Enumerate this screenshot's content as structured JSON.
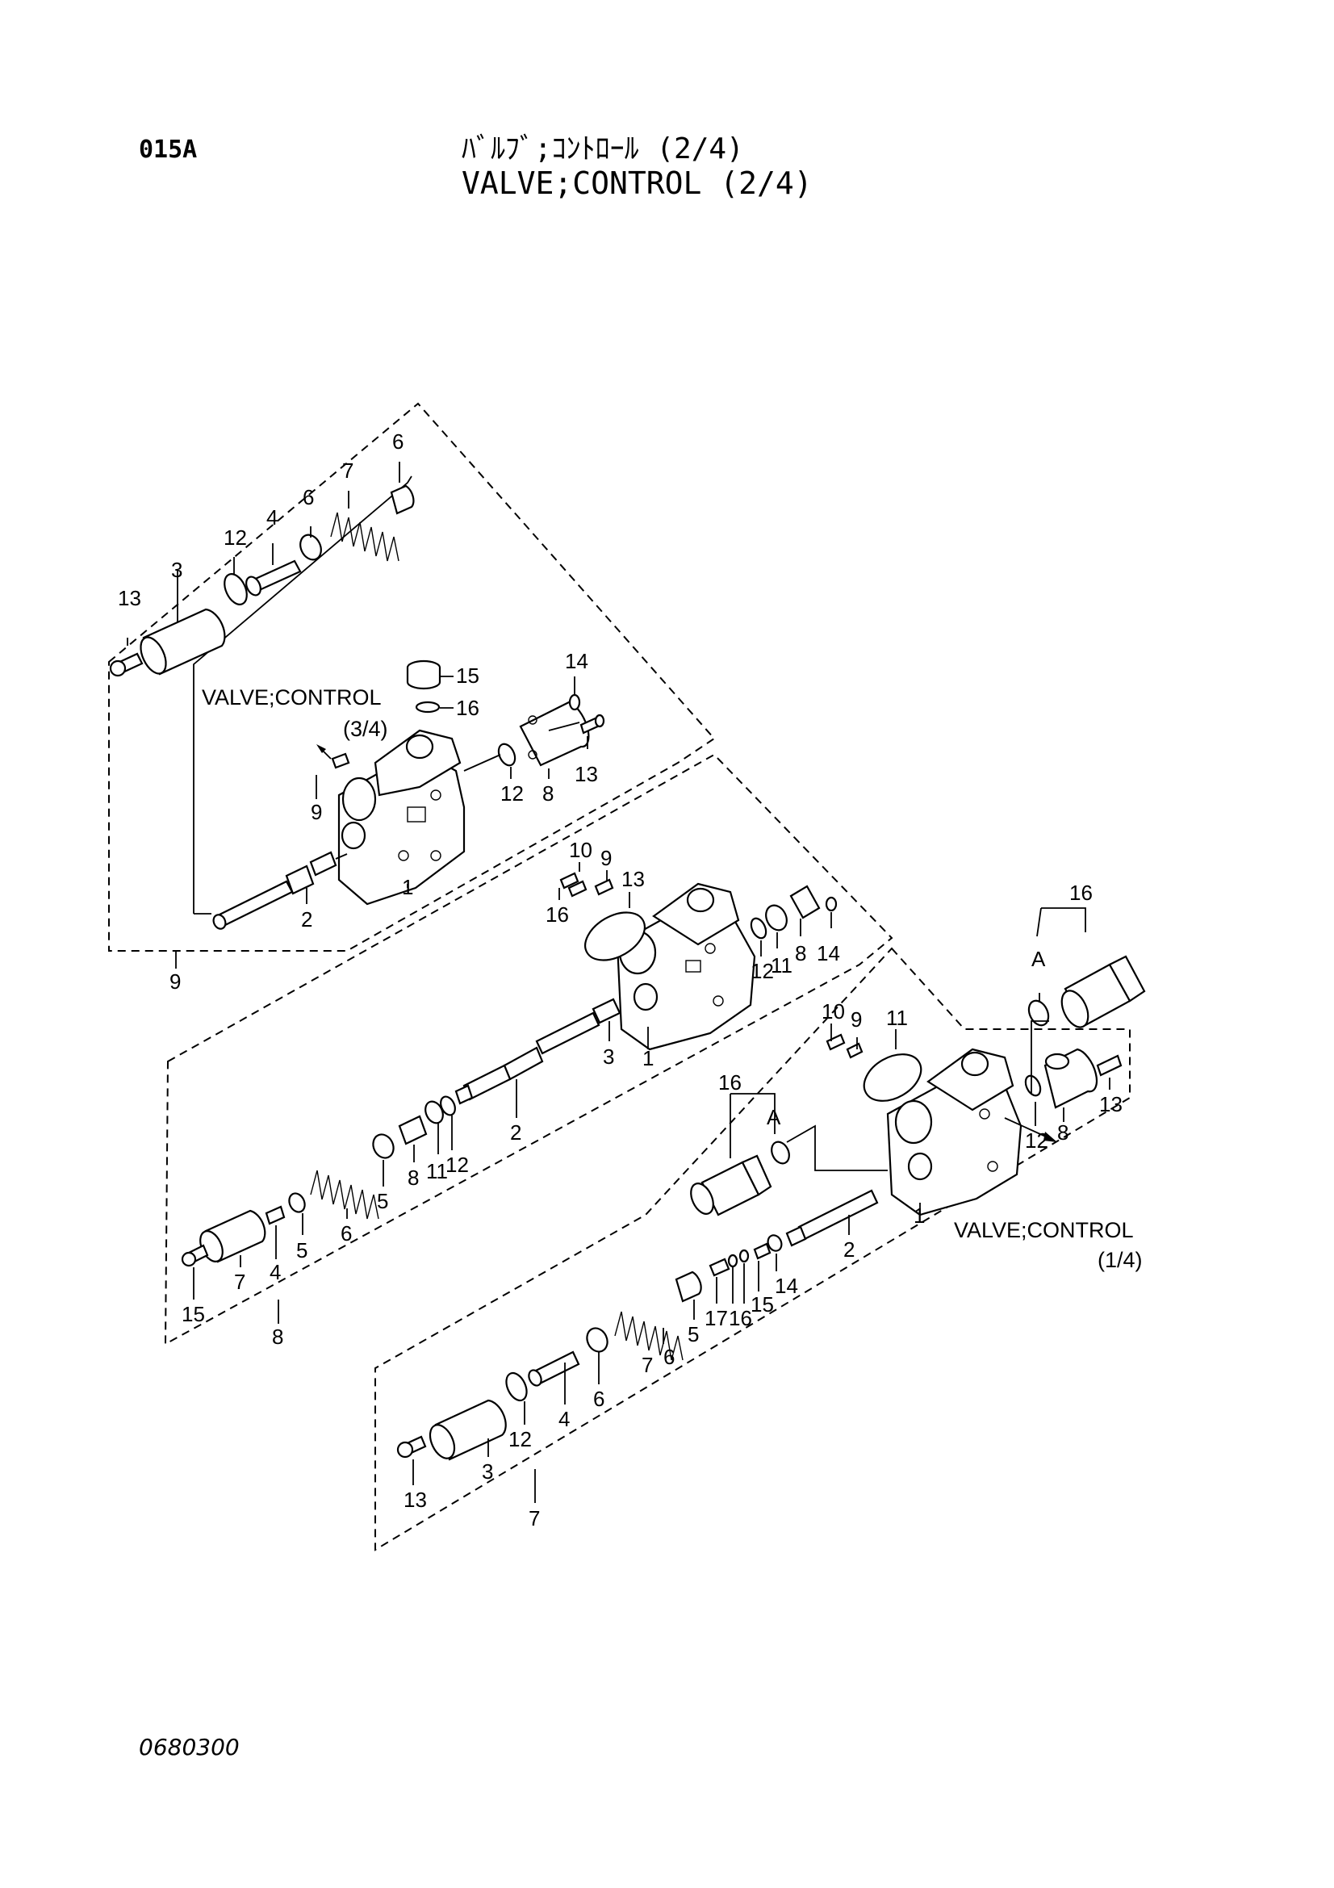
{
  "header": {
    "page_code": "015A",
    "title_jp": "ﾊﾞﾙﾌﾞ;ｺﾝﾄﾛｰﾙ (2/4)",
    "title_en": "VALVE;CONTROL (2/4)"
  },
  "footer": {
    "doc_number": "0680300"
  },
  "references": {
    "upper": {
      "name": "VALVE;CONTROL",
      "page": "(3/4)"
    },
    "lower": {
      "name": "VALVE;CONTROL",
      "page": "(1/4)"
    }
  },
  "marker": "A",
  "callouts": {
    "g9_13": "13",
    "g9_3": "3",
    "g9_12": "12",
    "g9_4": "4",
    "g9_6a": "6",
    "g9_7": "7",
    "g9_6b": "6",
    "g9_15": "15",
    "g9_16": "16",
    "g9_14": "14",
    "g9_13b": "13",
    "g9_8": "8",
    "g9_12b": "12",
    "g9_9": "9",
    "g9_1": "1",
    "g9_2": "2",
    "group_9": "9",
    "gm_10": "10",
    "gm_9": "9",
    "gm_13": "13",
    "gm_16": "16",
    "gm_12": "12",
    "gm_11": "11",
    "gm_8": "8",
    "gm_14": "14",
    "gm_3": "3",
    "gm_1": "1",
    "gm_2": "2",
    "g8_12": "12",
    "g8_11": "11",
    "g8_8": "8",
    "g8_5": "5",
    "g8_6": "6",
    "g8_5b": "5",
    "g8_4": "4",
    "g8_7": "7",
    "g8_15": "15",
    "group_8": "8",
    "gr_16": "16",
    "gr_10": "10",
    "gr_9": "9",
    "gr_11": "11",
    "gr_16b": "16",
    "gr_12": "12",
    "gr_8": "8",
    "gr_13": "13",
    "gr_1": "1",
    "gr_2": "2",
    "g7_14": "14",
    "g7_15": "15",
    "g7_16": "16",
    "g7_17": "17",
    "g7_5": "5",
    "g7_6": "6",
    "g7_7": "7",
    "g7_6b": "6",
    "g7_4": "4",
    "g7_12": "12",
    "g7_3": "3",
    "g7_13": "13",
    "group_7": "7"
  },
  "colors": {
    "ink": "#000000",
    "paper": "#ffffff"
  }
}
